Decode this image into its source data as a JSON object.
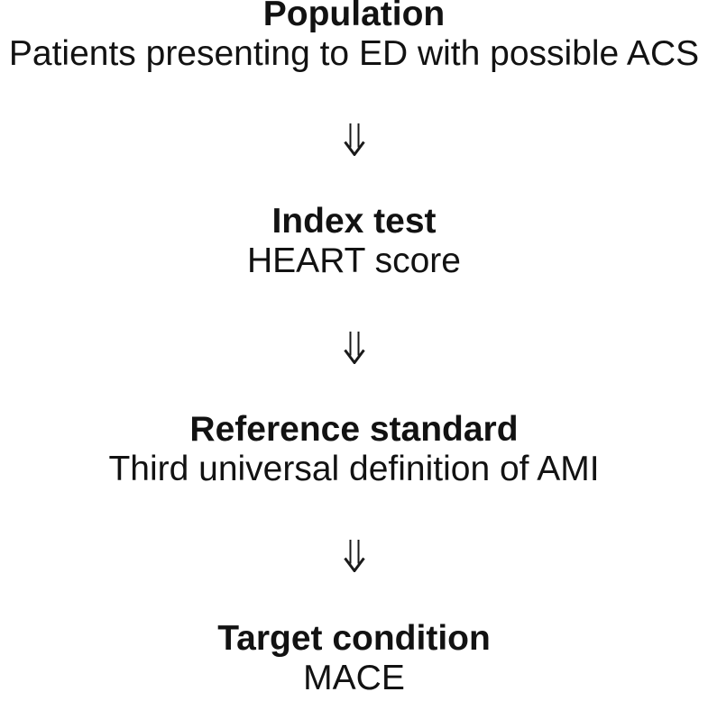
{
  "diagram": {
    "type": "vertical-flow",
    "background_color": "#ffffff",
    "text_color": "#121212",
    "steps": [
      {
        "title": "Population",
        "subtitle": "Patients presenting to ED with possible ACS"
      },
      {
        "title": "Index test",
        "subtitle": "HEART score"
      },
      {
        "title": "Reference standard",
        "subtitle": "Third universal definition of AMI"
      },
      {
        "title": "Target condition",
        "subtitle": "MACE"
      }
    ],
    "connector": {
      "name": "double-down-arrow",
      "glyph": "⇓",
      "count": 3,
      "color": "#1a1a1a"
    }
  }
}
